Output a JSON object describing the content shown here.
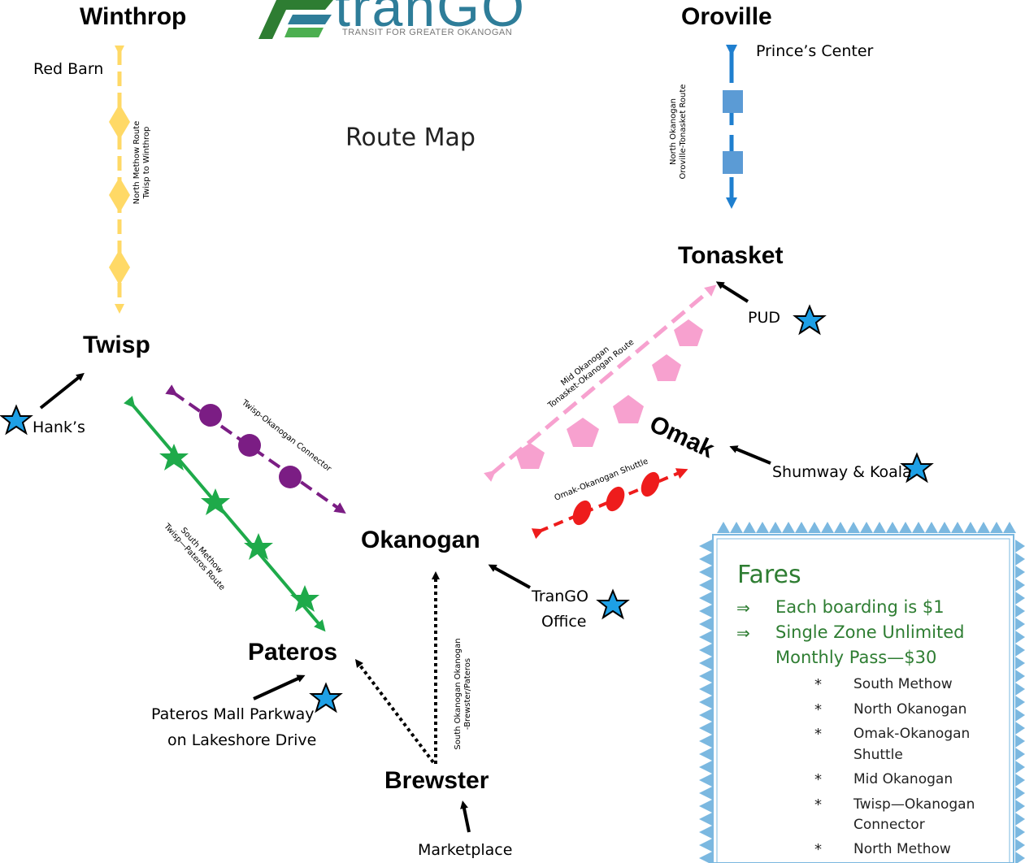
{
  "title": "Route Map",
  "logo": {
    "word": "tranGO",
    "subtitle": "TRANSIT FOR GREATER OKANOGAN"
  },
  "towns": {
    "winthrop": "Winthrop",
    "oroville": "Oroville",
    "twisp": "Twisp",
    "tonasket": "Tonasket",
    "omak": "Omak",
    "okanogan": "Okanogan",
    "pateros": "Pateros",
    "brewster": "Brewster"
  },
  "stops": {
    "red_barn": "Red Barn",
    "princes_center": "Prince’s Center",
    "pud": "PUD",
    "hanks": "Hank’s",
    "shumway": "Shumway & Koala",
    "trango_office_1": "TranGO",
    "trango_office_2": "Office",
    "pateros_mall_1": "Pateros Mall Parkway",
    "pateros_mall_2": "on Lakeshore Drive",
    "marketplace": "Marketplace"
  },
  "routes": {
    "north_methow_1": "North Methow Route",
    "north_methow_2": "Twisp to Winthrop",
    "north_okanogan_1": "North Okanogan",
    "north_okanogan_2": "Oroville-Tonasket Route",
    "mid_okanogan_1": "Mid Okanogan",
    "mid_okanogan_2": "Tonasket-Okanogan Route",
    "twisp_okanogan": "Twisp-Okanogan Connector",
    "omak_okanogan": "Omak-Okanogan Shuttle",
    "south_methow_1": "South Methow",
    "south_methow_2": "Twisp—Pateros Route",
    "south_okanogan_1": "South Okanogan Okanogan",
    "south_okanogan_2": "-Brewster/Pateros"
  },
  "colors": {
    "north_methow": "#ffd966",
    "north_okanogan": "#1f7fcf",
    "mid_okanogan": "#f7a1cf",
    "twisp_okanogan": "#7b1d84",
    "omak_okanogan": "#ee1c1c",
    "south_methow": "#1eaa4a",
    "south_okanogan": "#000000",
    "star": "#1ea0e6",
    "fares_border": "#7bb8e0",
    "fares_text": "#2e7d32"
  },
  "fares": {
    "title": "Fares",
    "arrow_icon": "⇒",
    "lines": [
      "Each boarding is $1",
      "Single Zone Unlimited",
      "Monthly Pass—$30"
    ],
    "bullet": "*",
    "routes": [
      "South Methow",
      "North Okanogan",
      "Omak-Okanogan",
      "Shuttle",
      "Mid Okanogan",
      "Twisp—Okanogan",
      "Connector",
      "North Methow"
    ]
  }
}
